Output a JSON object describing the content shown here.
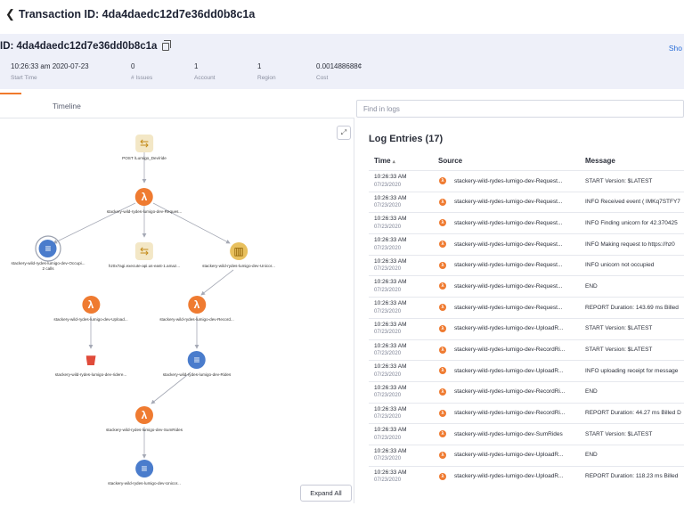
{
  "header": {
    "title": "Transaction ID: 4da4daedc12d7e36dd0b8c1a"
  },
  "summary": {
    "id_label": "ID: 4da4daedc12d7e36dd0b8c1a",
    "show_link": "Sho",
    "stats": [
      {
        "value": "10:26:33 am 2020-07-23",
        "label": "Start Time"
      },
      {
        "value": "0",
        "label": "# Issues"
      },
      {
        "value": "1",
        "label": "Account"
      },
      {
        "value": "1",
        "label": "Region"
      },
      {
        "value": "0.001488688¢",
        "label": "Cost"
      }
    ]
  },
  "tabs": {
    "timeline": "Timeline"
  },
  "graph": {
    "expand_label": "Expand All",
    "nodes": [
      {
        "label": "POST /Lumigo_Dev/ride",
        "sub": "",
        "icon": "api-gateway-icon"
      },
      {
        "label": "stackery-wild-rydes-lumigo-dev-Reques...",
        "sub": "",
        "icon": "lambda-icon"
      },
      {
        "label": "stackery-wild-rydes-lumigo-dev-Occupi...",
        "sub": "2 calls",
        "icon": "dynamodb-icon"
      },
      {
        "label": "hz0x7agi.execute-api.us-east-1.amaz...",
        "sub": "",
        "icon": "api-gateway-icon"
      },
      {
        "label": "stackery-wild-rydes-lumigo-dev-Unicor...",
        "sub": "",
        "icon": "sqs-icon"
      },
      {
        "label": "stackery-wild-rydes-lumigo-dev-Upload...",
        "sub": "",
        "icon": "lambda-icon"
      },
      {
        "label": "stackery-wild-rydes-lumigo-dev-Record...",
        "sub": "",
        "icon": "lambda-icon"
      },
      {
        "label": "stackery-wild-rydes-lumigo-dev-ridere...",
        "sub": "",
        "icon": "s3-bucket-icon"
      },
      {
        "label": "stackery-wild-rydes-lumigo-dev-Rides",
        "sub": "",
        "icon": "dynamodb-icon"
      },
      {
        "label": "stackery-wild-rydes-lumigo-dev-SumRides",
        "sub": "",
        "icon": "lambda-icon"
      },
      {
        "label": "stackery-wild-rydes-lumigo-dev-Unicor...",
        "sub": "",
        "icon": "dynamodb-icon"
      }
    ]
  },
  "logs": {
    "search_placeholder": "Find in logs",
    "title": "Log Entries (17)",
    "columns": {
      "time": "Time",
      "sort_glyph": "▴",
      "source": "Source",
      "message": "Message"
    },
    "rows": [
      {
        "time": "10:26:33 AM",
        "date": "07/23/2020",
        "source": "stackery-wild-rydes-lumigo-dev-Request...",
        "message": "START Version: $LATEST"
      },
      {
        "time": "10:26:33 AM",
        "date": "07/23/2020",
        "source": "stackery-wild-rydes-lumigo-dev-Request...",
        "message": "INFO Received event ( IMKq7STFY7"
      },
      {
        "time": "10:26:33 AM",
        "date": "07/23/2020",
        "source": "stackery-wild-rydes-lumigo-dev-Request...",
        "message": "INFO Finding unicorn for 42.370425"
      },
      {
        "time": "10:26:33 AM",
        "date": "07/23/2020",
        "source": "stackery-wild-rydes-lumigo-dev-Request...",
        "message": "INFO Making request to https://hz0"
      },
      {
        "time": "10:26:33 AM",
        "date": "07/23/2020",
        "source": "stackery-wild-rydes-lumigo-dev-Request...",
        "message": "INFO unicorn not occupied"
      },
      {
        "time": "10:26:33 AM",
        "date": "07/23/2020",
        "source": "stackery-wild-rydes-lumigo-dev-Request...",
        "message": "END"
      },
      {
        "time": "10:26:33 AM",
        "date": "07/23/2020",
        "source": "stackery-wild-rydes-lumigo-dev-Request...",
        "message": "REPORT Duration: 143.69 ms Billed"
      },
      {
        "time": "10:26:33 AM",
        "date": "07/23/2020",
        "source": "stackery-wild-rydes-lumigo-dev-UploadR...",
        "message": "START Version: $LATEST"
      },
      {
        "time": "10:26:33 AM",
        "date": "07/23/2020",
        "source": "stackery-wild-rydes-lumigo-dev-RecordRi...",
        "message": "START Version: $LATEST"
      },
      {
        "time": "10:26:33 AM",
        "date": "07/23/2020",
        "source": "stackery-wild-rydes-lumigo-dev-UploadR...",
        "message": "INFO uploading receipt for message"
      },
      {
        "time": "10:26:33 AM",
        "date": "07/23/2020",
        "source": "stackery-wild-rydes-lumigo-dev-RecordRi...",
        "message": "END"
      },
      {
        "time": "10:26:33 AM",
        "date": "07/23/2020",
        "source": "stackery-wild-rydes-lumigo-dev-RecordRi...",
        "message": "REPORT Duration: 44.27 ms Billed D"
      },
      {
        "time": "10:26:33 AM",
        "date": "07/23/2020",
        "source": "stackery-wild-rydes-lumigo-dev-SumRides",
        "message": "START Version: $LATEST"
      },
      {
        "time": "10:26:33 AM",
        "date": "07/23/2020",
        "source": "stackery-wild-rydes-lumigo-dev-UploadR...",
        "message": "END"
      },
      {
        "time": "10:26:33 AM",
        "date": "07/23/2020",
        "source": "stackery-wild-rydes-lumigo-dev-UploadR...",
        "message": "REPORT Duration: 118.23 ms Billed"
      }
    ]
  },
  "colors": {
    "accent": "#ef7b31",
    "link": "#2b6fd8",
    "band": "#eef0f9"
  }
}
